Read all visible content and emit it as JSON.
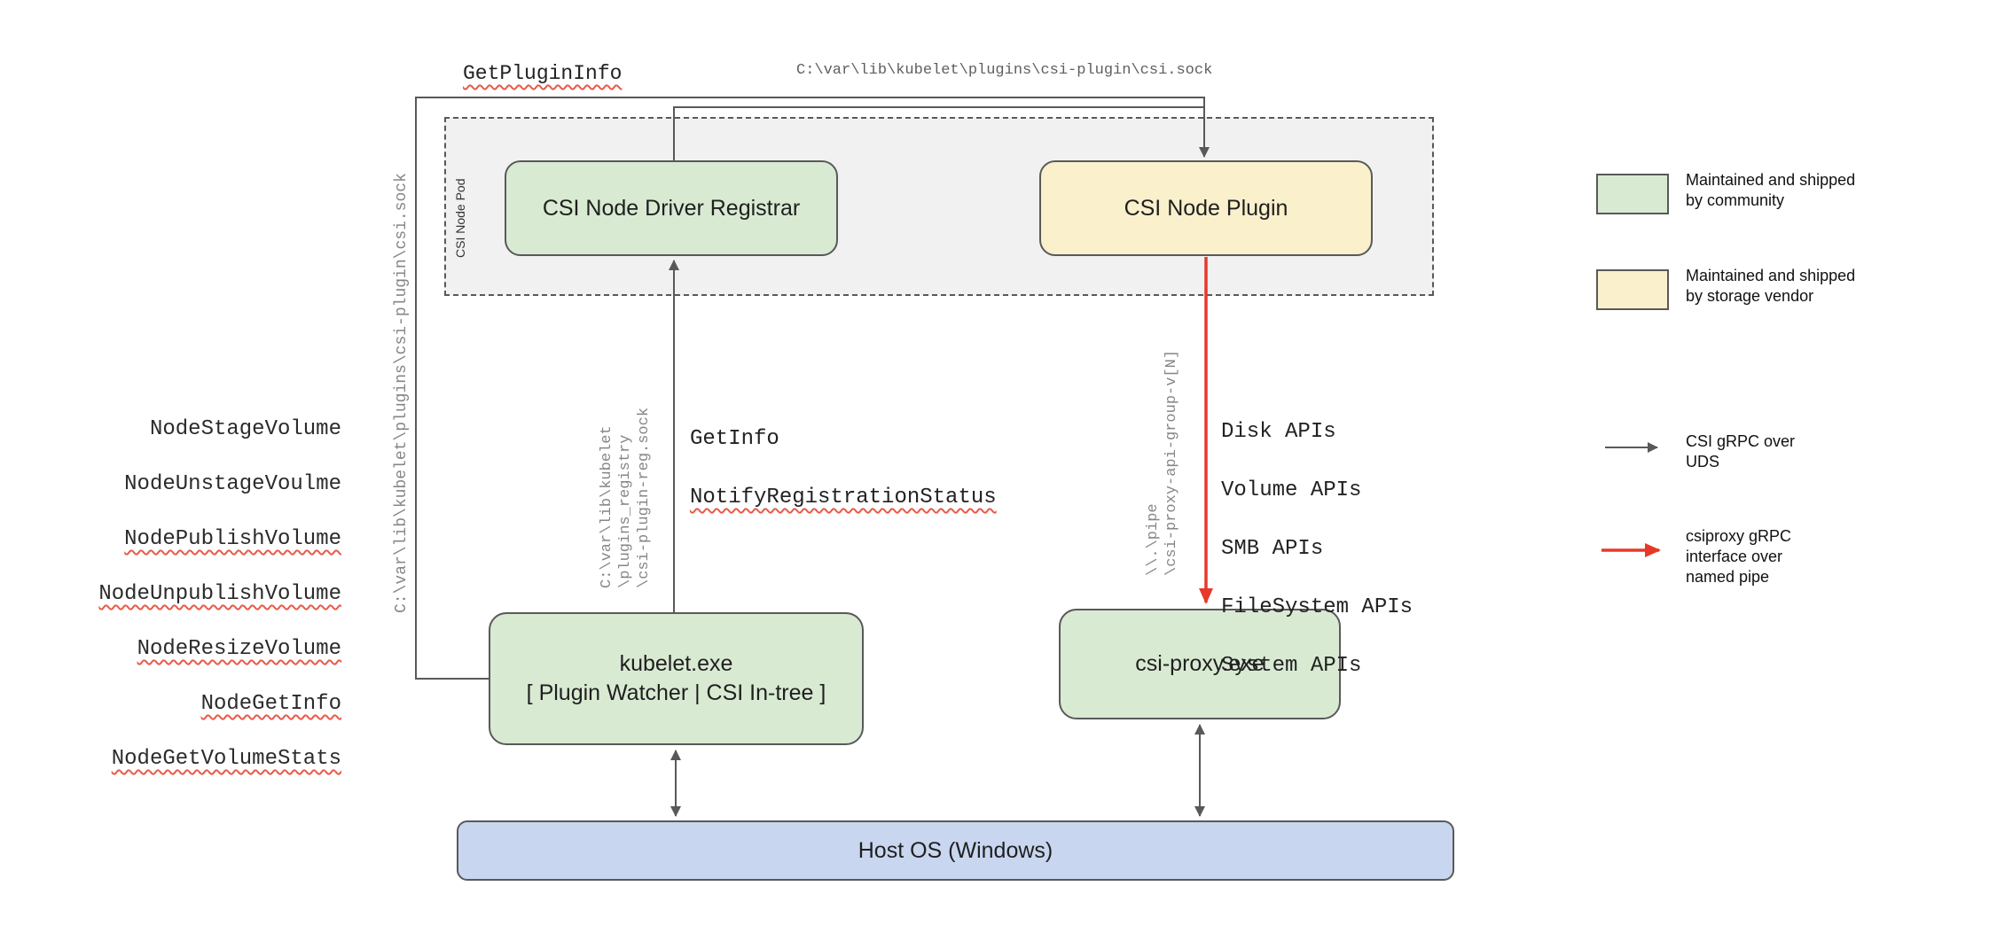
{
  "diagram": {
    "pod_label": "CSI Node Pod",
    "nodes": {
      "registrar": "CSI Node Driver Registrar",
      "plugin": "CSI Node Plugin",
      "kubelet_line1": "kubelet.exe",
      "kubelet_line2": "[ Plugin Watcher | CSI In-tree ]",
      "csi_proxy": "csi-proxy.exe",
      "host_os": "Host OS (Windows)"
    },
    "labels": {
      "get_plugin_info": "GetPluginInfo",
      "csi_sock_top": "C:\\var\\lib\\kubelet\\plugins\\csi-plugin\\csi.sock",
      "csi_sock_left": "C:\\var\\lib\\kubelet\\plugins\\csi-plugin\\csi.sock",
      "registry_sock": "C:\\var\\lib\\kubelet\n\\plugins_registry\n\\csi-plugin-reg.sock",
      "get_info": "GetInfo",
      "notify_registration_status": "NotifyRegistrationStatus",
      "named_pipe": "\\\\.\\pipe\n\\csi-proxy-api-group-v[N]"
    },
    "node_methods": [
      "NodeStageVolume",
      "NodeUnstageVoulme",
      "NodePublishVolume",
      "NodeUnpublishVolume",
      "NodeResizeVolume",
      "NodeGetInfo",
      "NodeGetVolumeStats"
    ],
    "proxy_apis": [
      "Disk APIs",
      "Volume APIs",
      "SMB APIs",
      "FileSystem APIs",
      "System APIs"
    ]
  },
  "legend": {
    "items": [
      {
        "swatch": "green-box",
        "label": "Maintained and shipped\nby community"
      },
      {
        "swatch": "yellow-box",
        "label": "Maintained and shipped\nby storage vendor"
      },
      {
        "swatch": "gray-arrow",
        "label": "CSI gRPC over\nUDS"
      },
      {
        "swatch": "red-arrow",
        "label": "csiproxy gRPC\ninterface over\nnamed pipe"
      }
    ]
  },
  "colors": {
    "community_green": "#d9ead3",
    "vendor_yellow": "#faf0cc",
    "host_blue": "#c9d6f0",
    "pod_gray": "#f1f1f1",
    "line_gray": "#595959",
    "rpc_red": "#e8382a",
    "squiggle_red": "#e85a4a"
  }
}
